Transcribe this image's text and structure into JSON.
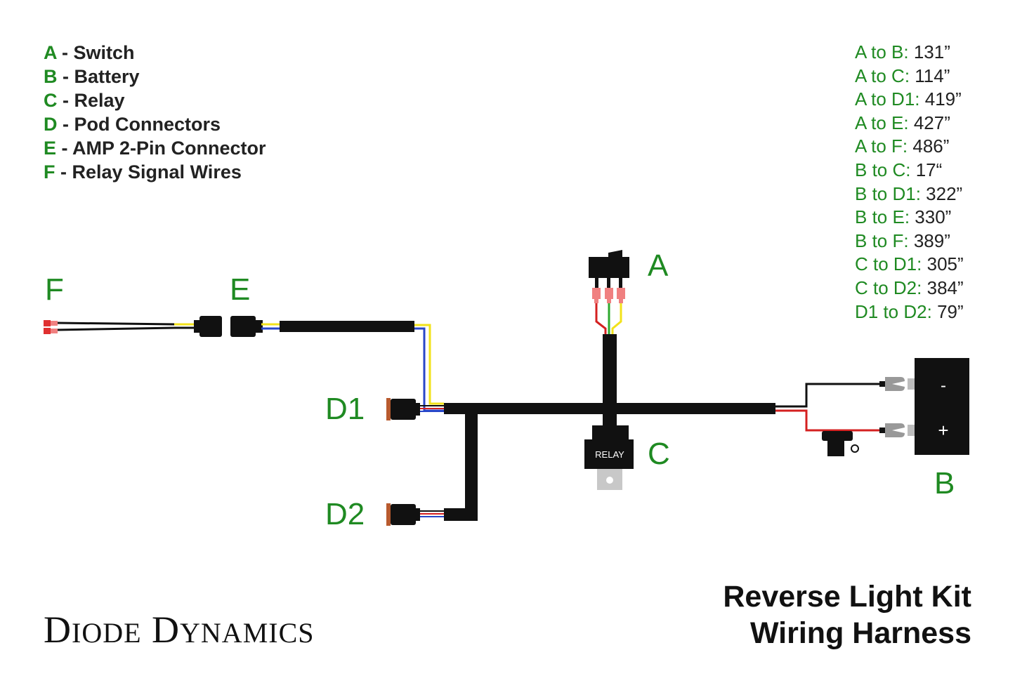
{
  "legend": [
    {
      "key": "A",
      "sep": " - ",
      "label": "Switch"
    },
    {
      "key": "B",
      "sep": " - ",
      "label": "Battery"
    },
    {
      "key": "C",
      "sep": " - ",
      "label": "Relay"
    },
    {
      "key": "D",
      "sep": " - ",
      "label": "Pod Connectors"
    },
    {
      "key": "E",
      "sep": " - ",
      "label": "AMP 2-Pin Connector"
    },
    {
      "key": "F",
      "sep": " - ",
      "label": "Relay Signal Wires"
    }
  ],
  "distances": [
    {
      "key": "A to B:",
      "value": "131”"
    },
    {
      "key": "A to C:",
      "value": "114”"
    },
    {
      "key": "A to D1:",
      "value": "419”"
    },
    {
      "key": "A to E:",
      "value": "427”"
    },
    {
      "key": "A to F:",
      "value": "486”"
    },
    {
      "key": "B to C:",
      "value": "17“"
    },
    {
      "key": "B to D1:",
      "value": "322”"
    },
    {
      "key": "B to E:",
      "value": "330”"
    },
    {
      "key": "B to F:",
      "value": "389”"
    },
    {
      "key": "C to D1:",
      "value": "305”"
    },
    {
      "key": "C to D2:",
      "value": "384”"
    },
    {
      "key": "D1 to D2:",
      "value": "79”"
    }
  ],
  "labels": {
    "A": "A",
    "B": "B",
    "C": "C",
    "D1": "D1",
    "D2": "D2",
    "E": "E",
    "F": "F"
  },
  "relay_text": "RELAY",
  "battery": {
    "minus": "-",
    "plus": "+"
  },
  "title": {
    "line1": "Reverse Light Kit",
    "line2": "Wiring Harness"
  },
  "brand": {
    "d": "D",
    "iode": "IODE",
    "space": " ",
    "dy": "D",
    "ynamics": "YNAMICS"
  },
  "colors": {
    "accent": "#1f8a22",
    "harness": "#111111",
    "wire_red": "#d42020",
    "wire_blue": "#2846c8",
    "wire_yellow": "#f2e21a",
    "wire_green": "#2ea82e",
    "terminal": "#f08080"
  }
}
